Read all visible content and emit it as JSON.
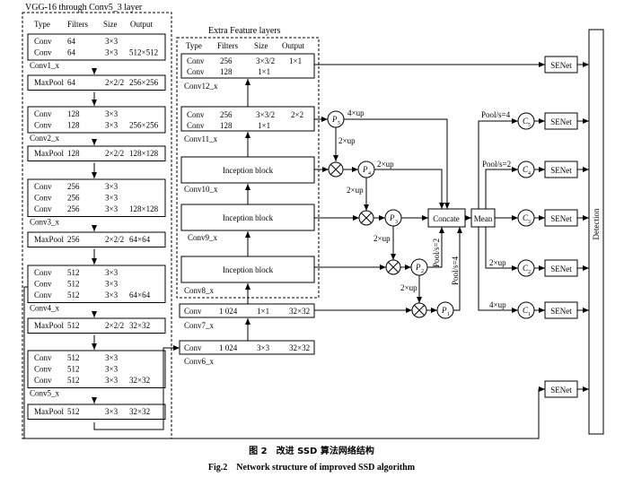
{
  "vgg": {
    "title": "VGG-16 through Conv5_3 layer",
    "headers": [
      "Type",
      "Filters",
      "Size",
      "Output"
    ],
    "blocks": [
      {
        "label": "Conv1_x",
        "rows": [
          [
            "Conv",
            "64",
            "3×3",
            ""
          ],
          [
            "Conv",
            "64",
            "3×3",
            "512×512"
          ]
        ]
      },
      {
        "label": "",
        "rows": [
          [
            "MaxPool",
            "64",
            "2×2/2",
            "256×256"
          ]
        ]
      },
      {
        "label": "Conv2_x",
        "rows": [
          [
            "Conv",
            "128",
            "3×3",
            ""
          ],
          [
            "Conv",
            "128",
            "3×3",
            "256×256"
          ]
        ]
      },
      {
        "label": "",
        "rows": [
          [
            "MaxPool",
            "128",
            "2×2/2",
            "128×128"
          ]
        ]
      },
      {
        "label": "Conv3_x",
        "rows": [
          [
            "Conv",
            "256",
            "3×3",
            ""
          ],
          [
            "Conv",
            "256",
            "3×3",
            ""
          ],
          [
            "Conv",
            "256",
            "3×3",
            "128×128"
          ]
        ]
      },
      {
        "label": "",
        "rows": [
          [
            "MaxPool",
            "256",
            "2×2/2",
            "64×64"
          ]
        ]
      },
      {
        "label": "Conv4_x",
        "rows": [
          [
            "Conv",
            "512",
            "3×3",
            ""
          ],
          [
            "Conv",
            "512",
            "3×3",
            ""
          ],
          [
            "Conv",
            "512",
            "3×3",
            "64×64"
          ]
        ]
      },
      {
        "label": "",
        "rows": [
          [
            "MaxPool",
            "512",
            "2×2/2",
            "32×32"
          ]
        ]
      },
      {
        "label": "Conv5_x",
        "rows": [
          [
            "Conv",
            "512",
            "3×3",
            ""
          ],
          [
            "Conv",
            "512",
            "3×3",
            ""
          ],
          [
            "Conv",
            "512",
            "3×3",
            "32×32"
          ]
        ]
      },
      {
        "label": "",
        "rows": [
          [
            "MaxPool",
            "512",
            "3×3",
            "32×32"
          ]
        ]
      }
    ]
  },
  "extra": {
    "title": "Extra Feature layers",
    "headers": [
      "Type",
      "Filters",
      "Size",
      "Output"
    ],
    "conv12": {
      "label": "Conv12_x",
      "rows": [
        [
          "Conv",
          "256",
          "3×3/2",
          "1×1"
        ],
        [
          "Conv",
          "128",
          "1×1",
          ""
        ]
      ]
    },
    "conv11": {
      "label": "Conv11_x",
      "rows": [
        [
          "Conv",
          "256",
          "3×3/2",
          "2×2"
        ],
        [
          "Conv",
          "128",
          "1×1",
          ""
        ]
      ]
    },
    "conv10": {
      "label": "Conv10_x",
      "block": "Inception block"
    },
    "conv9": {
      "label": "Conv9_x",
      "block": "Inception block"
    },
    "conv8": {
      "label": "Conv8_x",
      "block": "Inception block"
    }
  },
  "conv7": {
    "label": "Conv7_x",
    "row": [
      "Conv",
      "1 024",
      "1×1",
      "32×32"
    ]
  },
  "conv6": {
    "label": "Conv6_x",
    "row": [
      "Conv",
      "1 024",
      "3×3",
      "32×32"
    ]
  },
  "fusion": {
    "p5": "P",
    "p5_sub": "5",
    "p4": "P",
    "p4_sub": "4",
    "p3": "P",
    "p3_sub": "3",
    "p2": "P",
    "p2_sub": "2",
    "p1": "P",
    "p1_sub": "1",
    "up4x": "4×up",
    "up2x": "2×up",
    "pool2": "Pool/s=2",
    "pool4": "Pool/s=4",
    "concat": "Concate",
    "mean": "Mean"
  },
  "right": {
    "c5": "C",
    "c5_sub": "5",
    "c4": "C",
    "c4_sub": "4",
    "c3": "C",
    "c3_sub": "3",
    "c2": "C",
    "c2_sub": "2",
    "c1": "C",
    "c1_sub": "1",
    "senet": "SENet",
    "detection": "Detection"
  },
  "caption": {
    "cn": "图 2　改进 SSD 算法网络结构",
    "en": "Fig.2　Network structure of improved SSD algorithm"
  }
}
